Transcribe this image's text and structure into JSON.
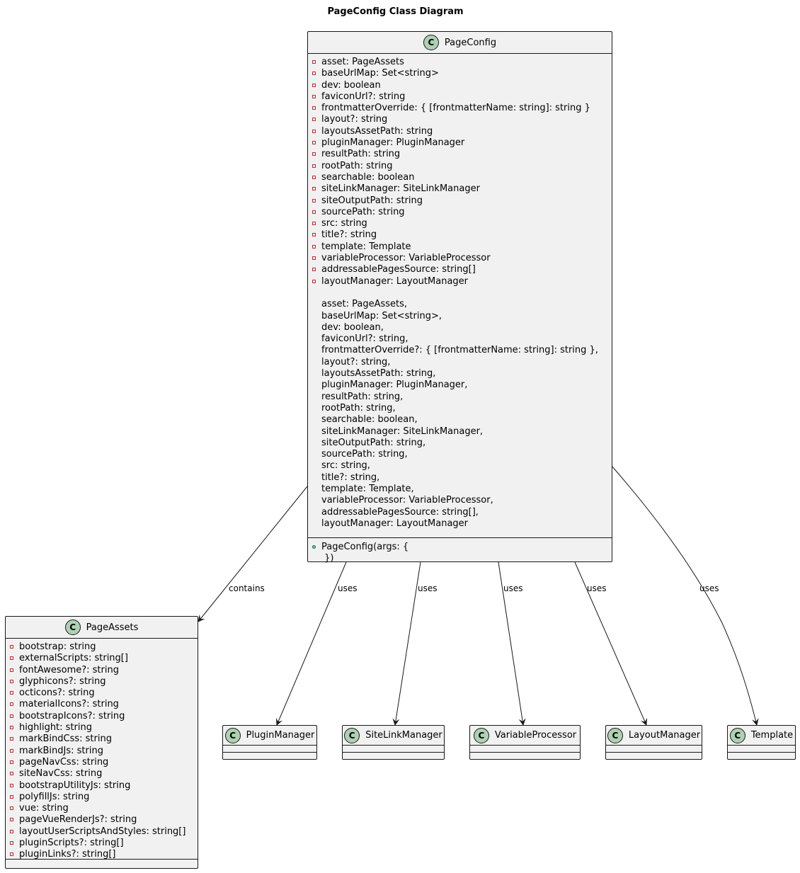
{
  "title": "PageConfig Class Diagram",
  "pageconfig": {
    "name": "PageConfig",
    "fields": [
      "asset: PageAssets",
      "baseUrlMap: Set<string>",
      "dev: boolean",
      "faviconUrl?: string",
      "frontmatterOverride: { [frontmatterName: string]: string }",
      "layout?: string",
      "layoutsAssetPath: string",
      "pluginManager: PluginManager",
      "resultPath: string",
      "rootPath: string",
      "searchable: boolean",
      "siteLinkManager: SiteLinkManager",
      "siteOutputPath: string",
      "sourcePath: string",
      "src: string",
      "title?: string",
      "template: Template",
      "variableProcessor: VariableProcessor",
      "addressablePagesSource: string[]",
      "layoutManager: LayoutManager"
    ],
    "args": [
      "",
      "asset: PageAssets,",
      "baseUrlMap: Set<string>,",
      "dev: boolean,",
      "faviconUrl?: string,",
      "frontmatterOverride?: { [frontmatterName: string]: string },",
      "layout?: string,",
      "layoutsAssetPath: string,",
      "pluginManager: PluginManager,",
      "resultPath: string,",
      "rootPath: string,",
      "searchable: boolean,",
      "siteLinkManager: SiteLinkManager,",
      "siteOutputPath: string,",
      "sourcePath: string,",
      "src: string,",
      "title?: string,",
      "template: Template,",
      "variableProcessor: VariableProcessor,",
      "addressablePagesSource: string[],",
      "layoutManager: LayoutManager"
    ],
    "methods": [
      "PageConfig(args: {",
      " })"
    ]
  },
  "pageassets": {
    "name": "PageAssets",
    "fields": [
      "bootstrap: string",
      "externalScripts: string[]",
      "fontAwesome?: string",
      "glyphicons?: string",
      "octicons?: string",
      "materialIcons?: string",
      "bootstrapIcons?: string",
      "highlight: string",
      "markBindCss: string",
      "markBindJs: string",
      "pageNavCss: string",
      "siteNavCss: string",
      "bootstrapUtilityJs: string",
      "polyfillJs: string",
      "vue: string",
      "pageVueRenderJs?: string",
      "layoutUserScriptsAndStyles: string[]",
      "pluginScripts?: string[]",
      "pluginLinks?: string[]"
    ]
  },
  "small_classes": [
    "PluginManager",
    "SiteLinkManager",
    "VariableProcessor",
    "LayoutManager",
    "Template"
  ],
  "relations": [
    "contains",
    "uses",
    "uses",
    "uses",
    "uses",
    "uses"
  ],
  "colors": {
    "class_fill": "#f1f1f1",
    "class_border": "#181818",
    "icon_fill": "#add1b2",
    "private_marker": "#c82930",
    "public_marker": "#84be84"
  }
}
